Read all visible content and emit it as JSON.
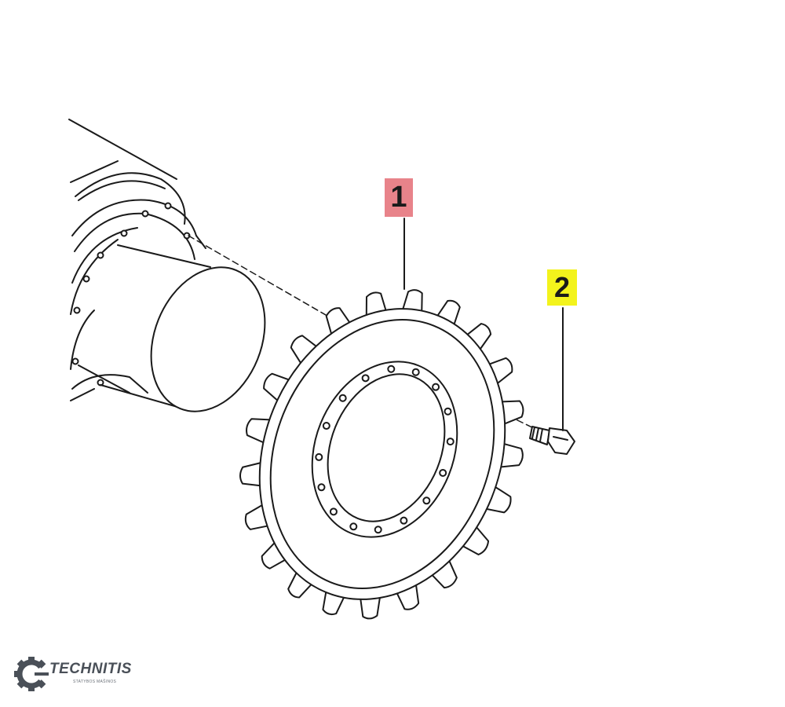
{
  "callouts": [
    {
      "number": "1",
      "color": "#e8838a"
    },
    {
      "number": "2",
      "color": "#f3f31c"
    }
  ],
  "brand": {
    "name": "TECHNITIS",
    "tagline": "STATYBOS MAŠINOS",
    "logo_icon": "gear-icon",
    "color": "#4a5058"
  }
}
